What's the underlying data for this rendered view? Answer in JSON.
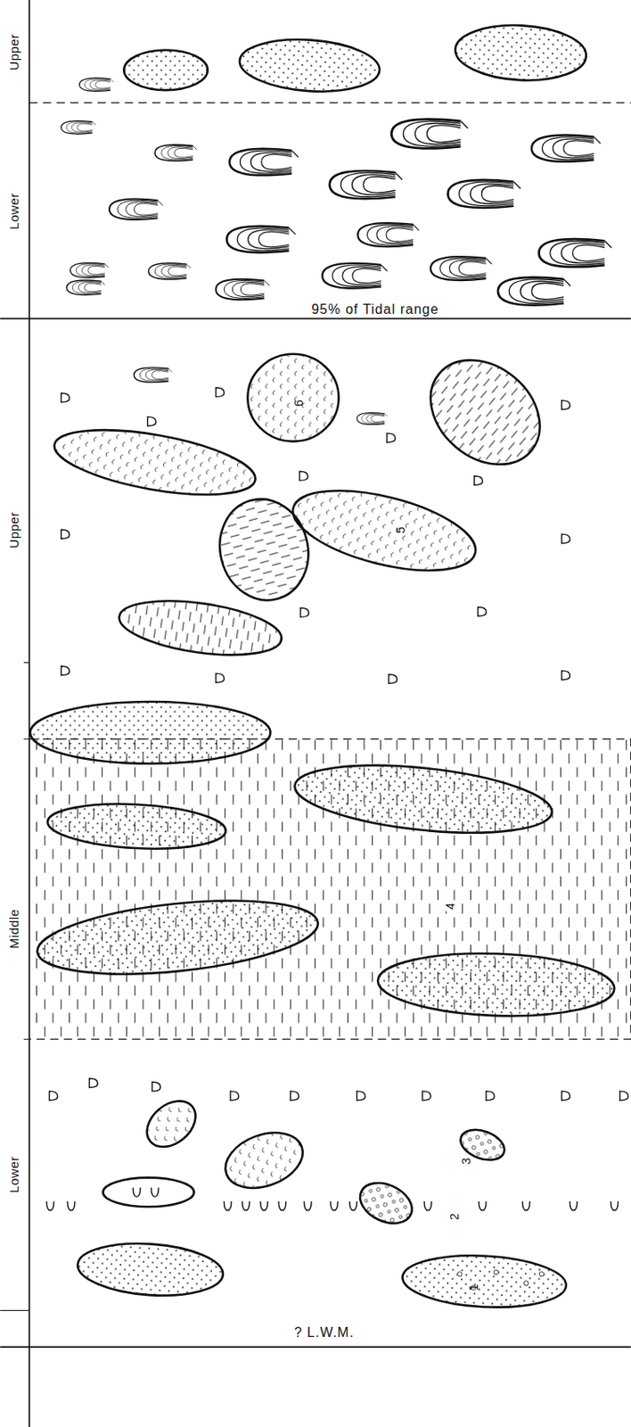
{
  "diagram": {
    "labels": [
      "Upper",
      "Lower",
      "95% of Tidal range",
      "Upper",
      "Middle",
      "Lower",
      "? L.W.M.",
      "1",
      "2",
      "3",
      "4",
      "5",
      "6"
    ]
  }
}
